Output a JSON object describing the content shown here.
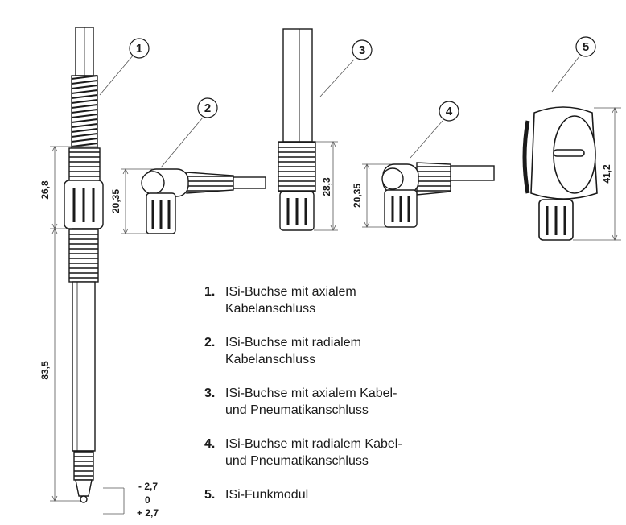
{
  "callouts": [
    "1",
    "2",
    "3",
    "4",
    "5"
  ],
  "dimensions": {
    "d1_upper": "26,8",
    "d1_lower": "83,5",
    "d2_height": "20,35",
    "d3_height": "28,3",
    "d4_height": "20,35",
    "d5_height": "41,2",
    "stroke_minus": "- 2,7",
    "stroke_zero": "0",
    "stroke_plus": "+ 2,7"
  },
  "legend": [
    {
      "num": "1.",
      "line1": "ISi-Buchse mit axialem",
      "line2": "Kabelanschluss"
    },
    {
      "num": "2.",
      "line1": "ISi-Buchse mit radialem",
      "line2": "Kabelanschluss"
    },
    {
      "num": "3.",
      "line1": "ISi-Buchse mit axialem Kabel-",
      "line2": "und Pneumatikanschluss"
    },
    {
      "num": "4.",
      "line1": "ISi-Buchse mit radialem Kabel-",
      "line2": "und Pneumatikanschluss"
    },
    {
      "num": "5.",
      "line1": "ISi-Funkmodul",
      "line2": ""
    }
  ],
  "colors": {
    "line": "#1a1a1a",
    "fill": "#ffffff",
    "dim": "#555555"
  }
}
